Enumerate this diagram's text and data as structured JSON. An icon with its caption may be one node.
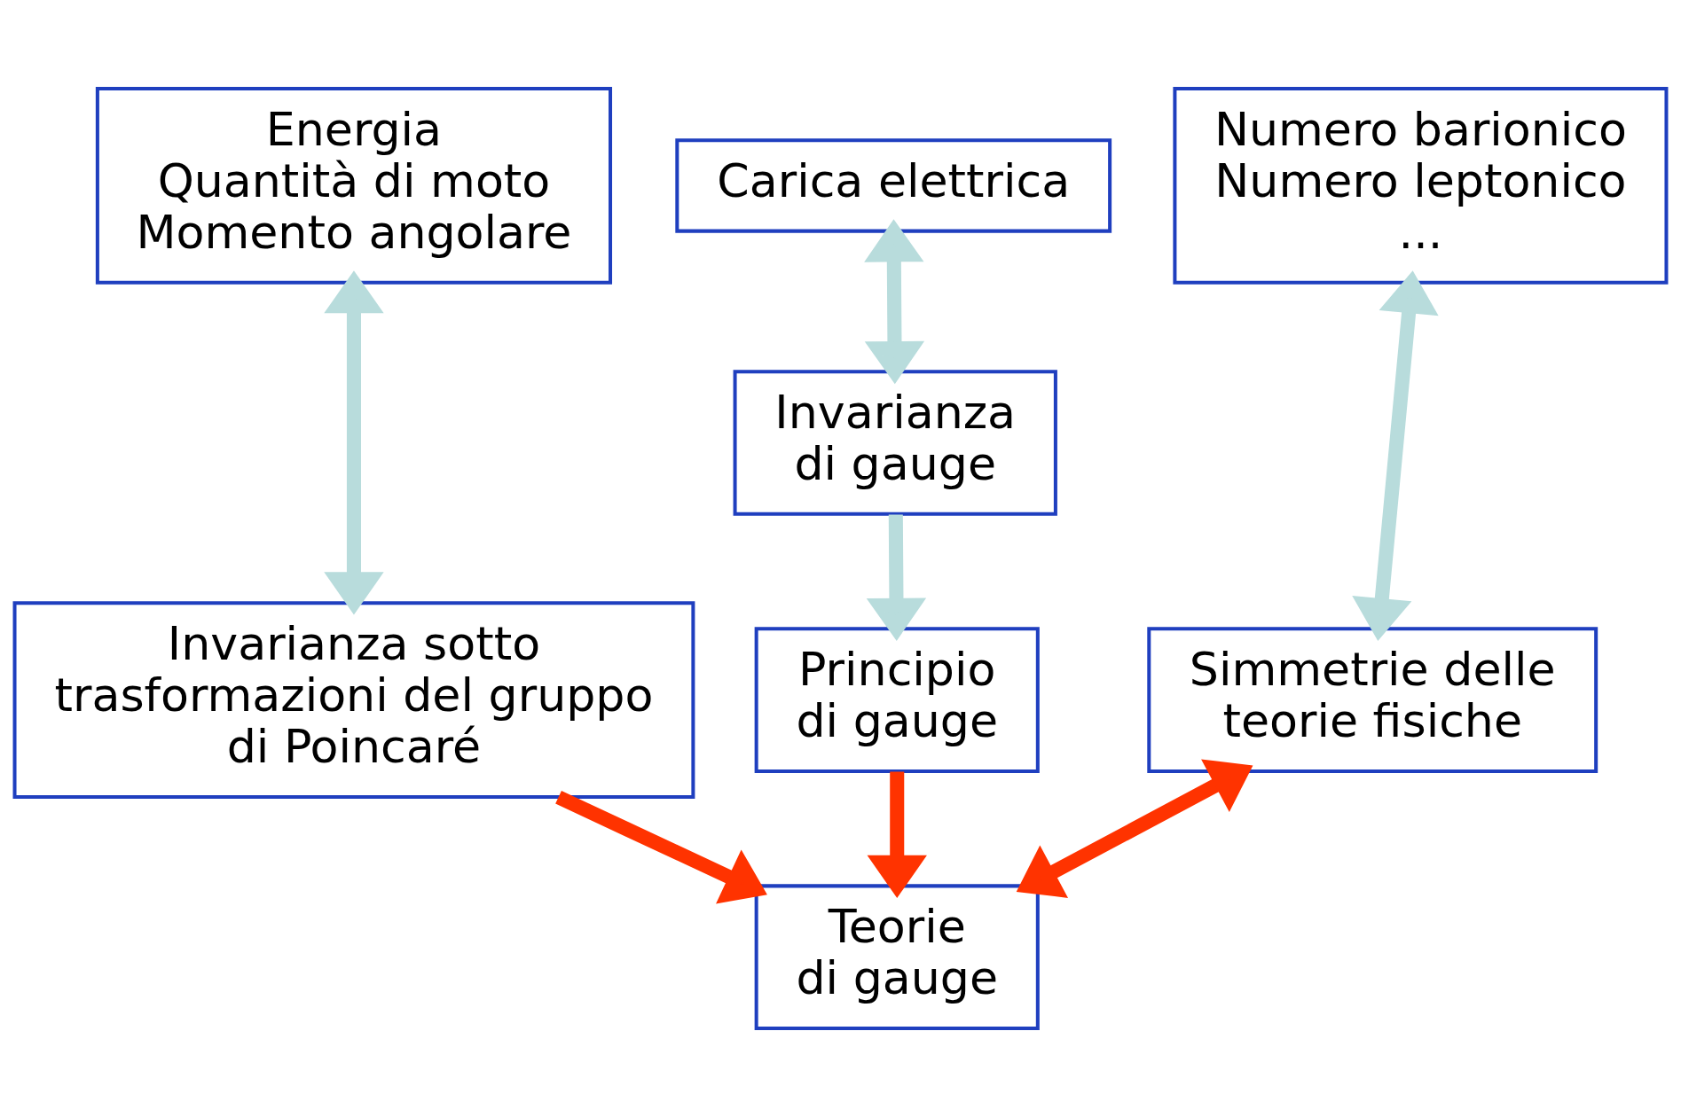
{
  "diagram": {
    "nodes": [
      {
        "text": [
          "Energia",
          "Quantità di moto",
          "Momento angolare"
        ]
      },
      {
        "text": [
          "Carica elettrica"
        ]
      },
      {
        "text": [
          "Numero barionico",
          "Numero leptonico",
          "..."
        ]
      },
      {
        "text": [
          "Invarianza di gauge"
        ]
      },
      {
        "text": [
          "Invarianza sotto trasformazioni del gruppo di Poincaré"
        ]
      },
      {
        "text": [
          "Principio di gauge"
        ]
      },
      {
        "text": [
          "Simmetrie delle teorie fisiche"
        ]
      },
      {
        "text": [
          "Teorie di gauge"
        ]
      }
    ],
    "edges": [
      {
        "from": 0,
        "to": 4,
        "arrow": "both"
      },
      {
        "from": 1,
        "to": 3,
        "arrow": "both"
      },
      {
        "from": 2,
        "to": 6,
        "arrow": "both"
      },
      {
        "from": 3,
        "to": 5,
        "arrow": "to"
      },
      {
        "from": 4,
        "to": 7,
        "arrow": "to",
        "color": "#ff3300"
      },
      {
        "from": 5,
        "to": 7,
        "arrow": "to",
        "color": "#ff3300"
      },
      {
        "from": 6,
        "to": 7,
        "arrow": "both",
        "color": "#ff3300"
      }
    ]
  }
}
